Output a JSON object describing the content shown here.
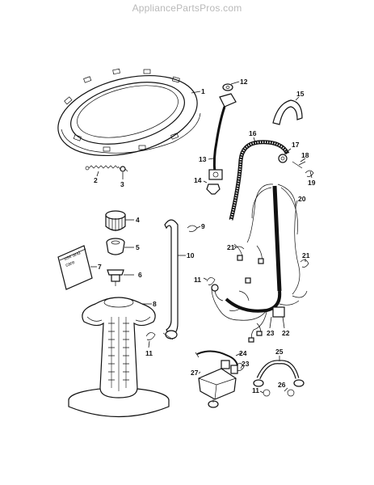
{
  "watermark": "AppliancePartsPros.com",
  "manual": {
    "line1": "use and",
    "line2": "care"
  },
  "callouts": [
    {
      "id": "c1",
      "text": "1"
    },
    {
      "id": "c2",
      "text": "2"
    },
    {
      "id": "c3",
      "text": "3"
    },
    {
      "id": "c4",
      "text": "4"
    },
    {
      "id": "c5",
      "text": "5"
    },
    {
      "id": "c6",
      "text": "6"
    },
    {
      "id": "c7",
      "text": "7"
    },
    {
      "id": "c8",
      "text": "8"
    },
    {
      "id": "c9",
      "text": "9"
    },
    {
      "id": "c10",
      "text": "10"
    },
    {
      "id": "c11a",
      "text": "11"
    },
    {
      "id": "c11b",
      "text": "11"
    },
    {
      "id": "c11c",
      "text": "11"
    },
    {
      "id": "c12",
      "text": "12"
    },
    {
      "id": "c13",
      "text": "13"
    },
    {
      "id": "c14",
      "text": "14"
    },
    {
      "id": "c15",
      "text": "15"
    },
    {
      "id": "c16",
      "text": "16"
    },
    {
      "id": "c17",
      "text": "17"
    },
    {
      "id": "c18",
      "text": "18"
    },
    {
      "id": "c19",
      "text": "19"
    },
    {
      "id": "c20",
      "text": "20"
    },
    {
      "id": "c21a",
      "text": "21"
    },
    {
      "id": "c21b",
      "text": "21"
    },
    {
      "id": "c22",
      "text": "22"
    },
    {
      "id": "c23a",
      "text": "23"
    },
    {
      "id": "c23b",
      "text": "23"
    },
    {
      "id": "c24",
      "text": "24"
    },
    {
      "id": "c25",
      "text": "25"
    },
    {
      "id": "c26",
      "text": "26"
    },
    {
      "id": "c27",
      "text": "27"
    }
  ]
}
